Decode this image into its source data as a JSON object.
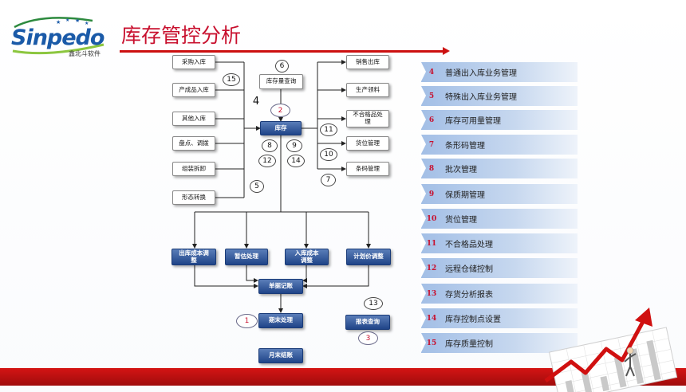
{
  "logo": {
    "brand": "Sinpedo",
    "sub": "鑫北斗软件"
  },
  "title": "库存管控分析",
  "flow": {
    "inputs": [
      "采购入库",
      "产成品入库",
      "其他入库",
      "盘点、调拨",
      "组装拆卸",
      "形态转换"
    ],
    "query": "库存量查询",
    "center": "库存",
    "outputs": [
      "销售出库",
      "生产领料",
      "不合格品处理",
      "货位管理",
      "条码管理"
    ],
    "costs": [
      "出库成本调整",
      "暂估处理",
      "入库成本调整",
      "计划价调整"
    ],
    "posting": "单据记账",
    "period_end": "期末处理",
    "report": "报表查询",
    "month_end": "月末结账"
  },
  "markers": {
    "m1": "1",
    "m2": "2",
    "m3": "3",
    "m4": "4",
    "m5": "5",
    "m6": "6",
    "m7": "7",
    "m8": "8",
    "m9": "9",
    "m10": "10",
    "m11": "11",
    "m12": "12",
    "m13": "13",
    "m14": "14",
    "m15": "15"
  },
  "legend": [
    {
      "num": "4",
      "label": "普通出入库业务管理"
    },
    {
      "num": "5",
      "label": "特殊出入库业务管理"
    },
    {
      "num": "6",
      "label": "库存可用量管理"
    },
    {
      "num": "7",
      "label": "条形码管理"
    },
    {
      "num": "8",
      "label": "批次管理"
    },
    {
      "num": "9",
      "label": "保质期管理"
    },
    {
      "num": "10",
      "label": "货位管理"
    },
    {
      "num": "11",
      "label": "不合格品处理"
    },
    {
      "num": "12",
      "label": "远程仓储控制"
    },
    {
      "num": "13",
      "label": "存货分析报表"
    },
    {
      "num": "14",
      "label": "库存控制点设置"
    },
    {
      "num": "15",
      "label": "库存质量控制"
    }
  ],
  "colors": {
    "title": "#c8102e",
    "accent_bar": "#cc1010",
    "legend_band": "#a3bfe6",
    "dark_box": "#1f4488"
  }
}
